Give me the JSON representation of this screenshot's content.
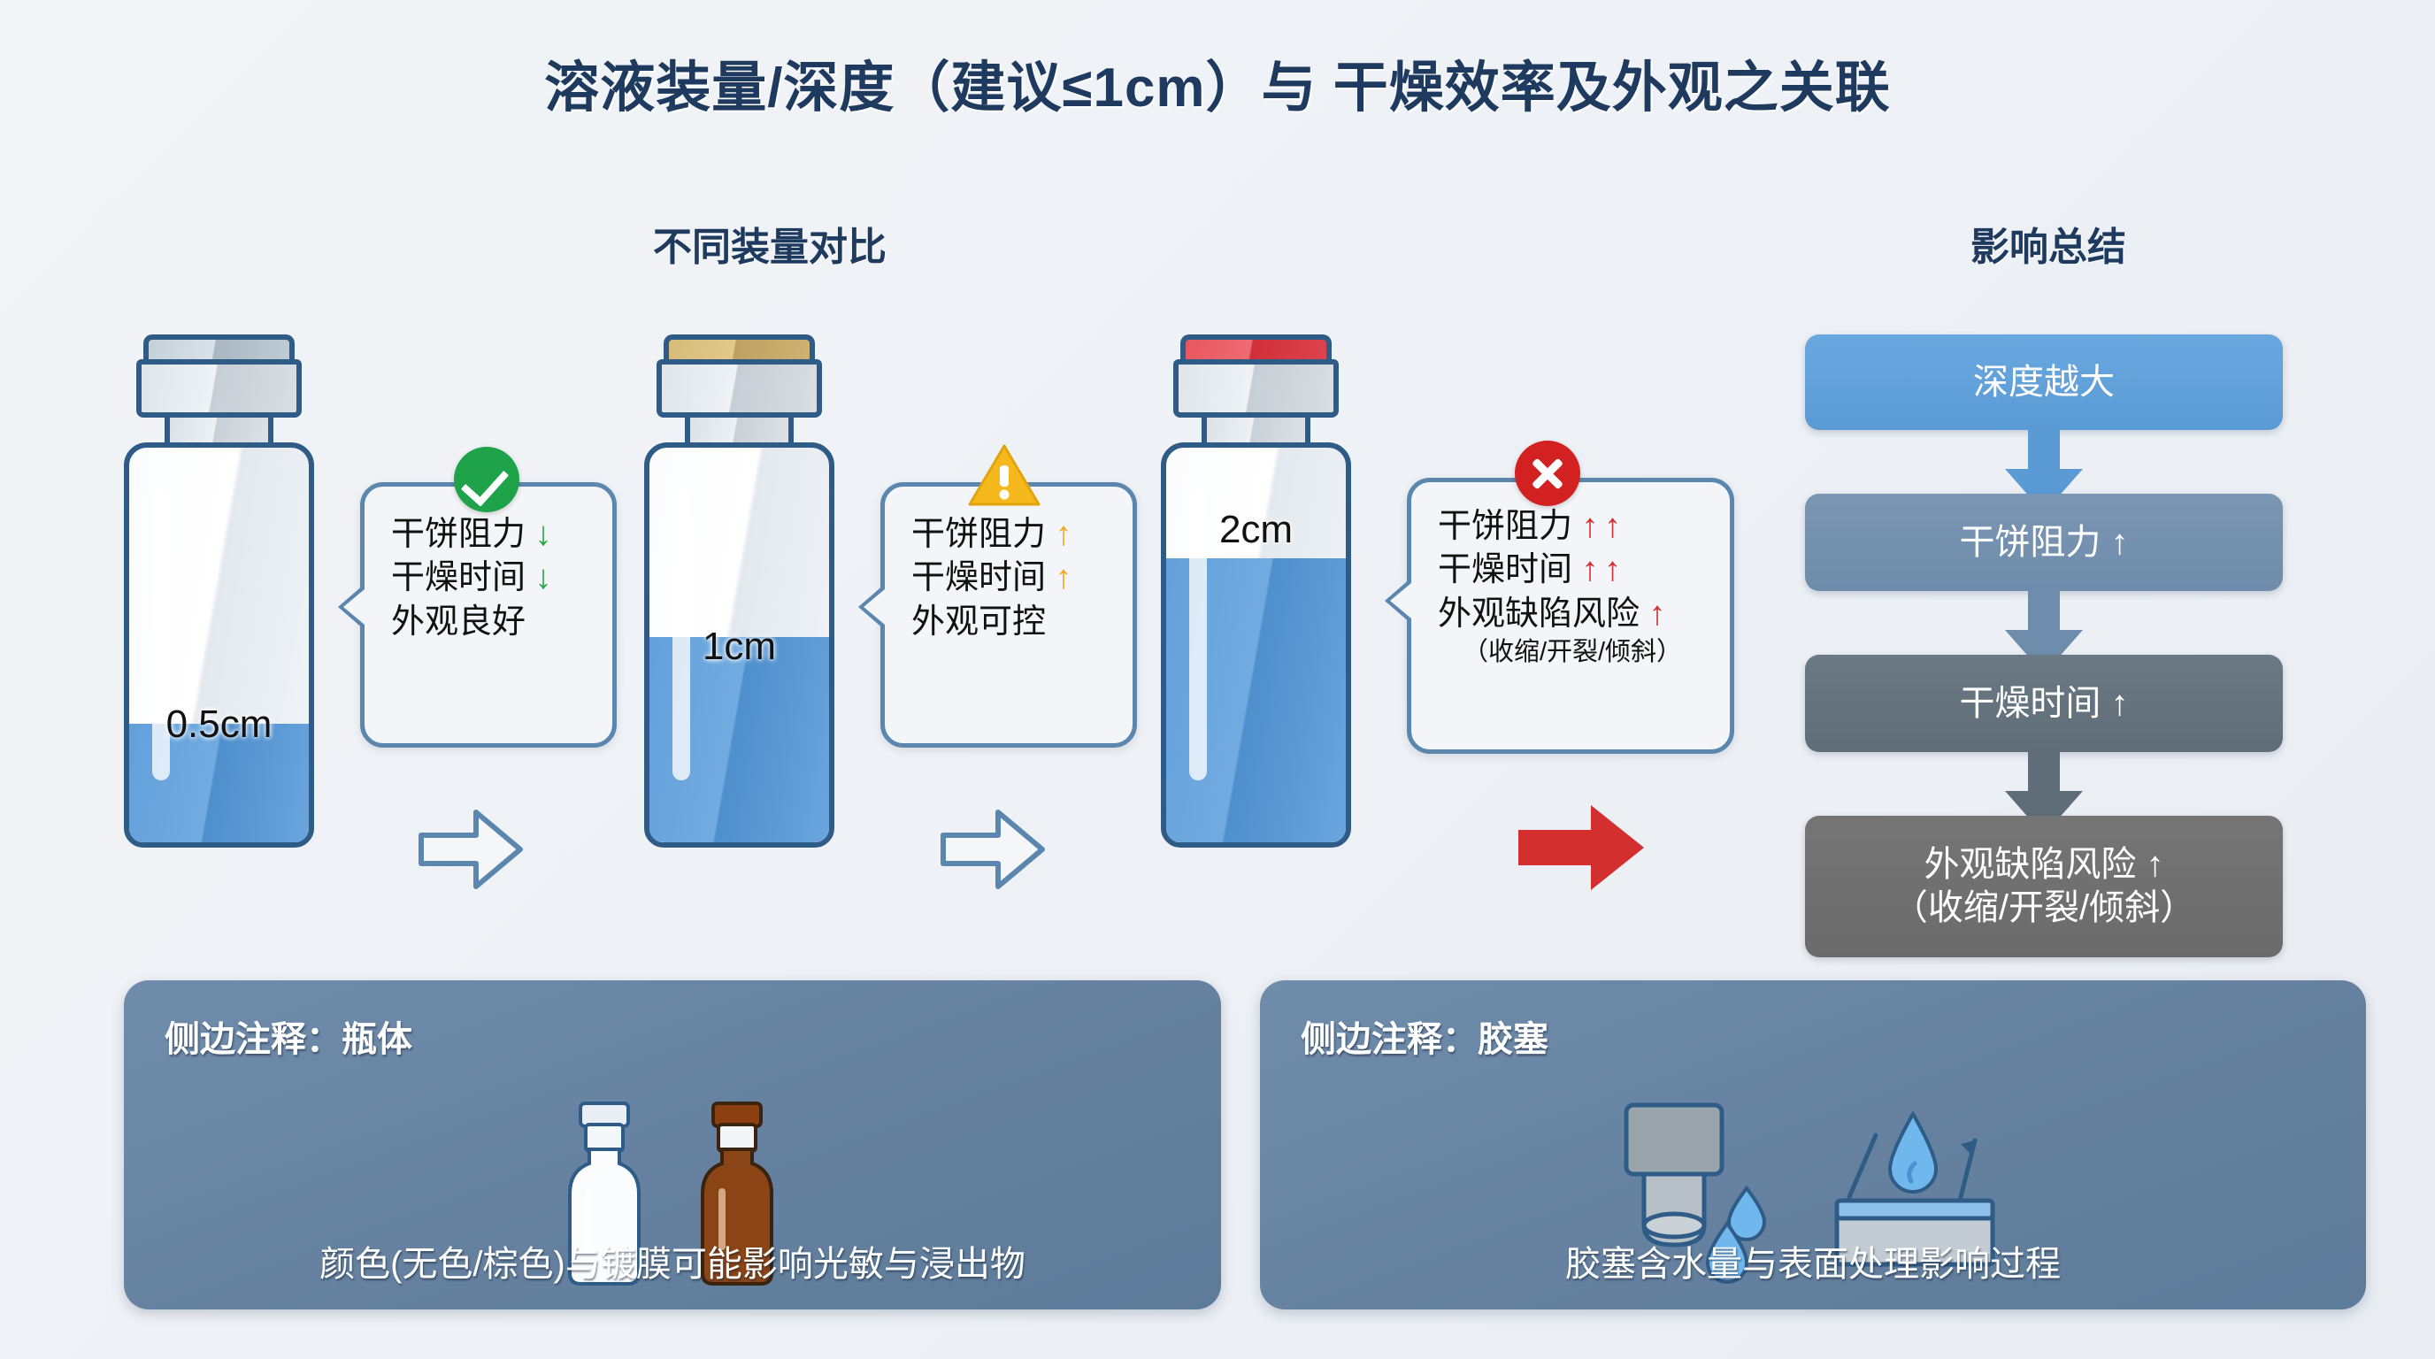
{
  "title": "溶液装量/深度（建议≤1cm）与 干燥效率及外观之关联",
  "sections": {
    "compare_heading": "不同装量对比",
    "summary_heading": "影响总结"
  },
  "vials": [
    {
      "name": "vial-0-5cm",
      "depth_label": "0.5cm",
      "cap_color": "#b9c6cf",
      "fill_percent": 30,
      "status": "ok"
    },
    {
      "name": "vial-1cm",
      "depth_label": "1cm",
      "cap_color": "#cbb173",
      "fill_percent": 52,
      "status": "warn"
    },
    {
      "name": "vial-2cm",
      "depth_label": "2cm",
      "cap_color": "#e0424b",
      "fill_percent": 72,
      "status": "bad"
    }
  ],
  "callouts": [
    {
      "status": "ok",
      "status_icon": "check-circle-icon",
      "lines": [
        {
          "text": "干饼阻力",
          "arrow": "↓",
          "arrow_kind": "down"
        },
        {
          "text": "干燥时间",
          "arrow": "↓",
          "arrow_kind": "down"
        },
        {
          "text": "外观良好",
          "arrow": "",
          "arrow_kind": ""
        }
      ],
      "sub": ""
    },
    {
      "status": "warn",
      "status_icon": "warning-triangle-icon",
      "lines": [
        {
          "text": "干饼阻力",
          "arrow": "↑",
          "arrow_kind": "warn"
        },
        {
          "text": "干燥时间",
          "arrow": "↑",
          "arrow_kind": "warn"
        },
        {
          "text": "外观可控",
          "arrow": "",
          "arrow_kind": ""
        }
      ],
      "sub": ""
    },
    {
      "status": "bad",
      "status_icon": "x-circle-icon",
      "lines": [
        {
          "text": "干饼阻力",
          "arrow": "↑ ↑",
          "arrow_kind": "bad"
        },
        {
          "text": "干燥时间",
          "arrow": "↑ ↑",
          "arrow_kind": "bad"
        },
        {
          "text": "外观缺陷风险",
          "arrow": "↑",
          "arrow_kind": "bad"
        }
      ],
      "sub": "（收缩/开裂/倾斜）"
    }
  ],
  "step_arrows": [
    {
      "name": "step-arrow-1",
      "style": "outline-blue"
    },
    {
      "name": "step-arrow-2",
      "style": "outline-blue"
    },
    {
      "name": "result-arrow",
      "style": "solid-red"
    }
  ],
  "summary_flow": [
    {
      "label": "深度越大",
      "sub": "",
      "color": "#5a9bd5"
    },
    {
      "label": "干饼阻力 ↑",
      "sub": "",
      "color": "#6e8cab"
    },
    {
      "label": "干燥时间 ↑",
      "sub": "",
      "color": "#5f6d78"
    },
    {
      "label": "外观缺陷风险 ↑",
      "sub": "（收缩/开裂/倾斜）",
      "color": "#6b6b6b"
    }
  ],
  "notes": [
    {
      "title": "侧边注释：瓶体",
      "caption": "颜色(无色/棕色)与镀膜可能影响光敏与浸出物",
      "art": "clear-vial-and-amber-vial"
    },
    {
      "title": "侧边注释：胶塞",
      "caption": "胶塞含水量与表面处理影响过程",
      "art": "stopper-with-water-drops"
    }
  ],
  "colors": {
    "background": "#eef1f5",
    "title_navy": "#1f3a5f",
    "vial_outline": "#2f5c87",
    "liquid_blue": "#6aa5dd",
    "ok_green": "#1ea34a",
    "warn_yellow": "#f5a623",
    "bad_red": "#d32020",
    "red_arrow": "#d32f2f",
    "note_panel": "#65819f"
  }
}
